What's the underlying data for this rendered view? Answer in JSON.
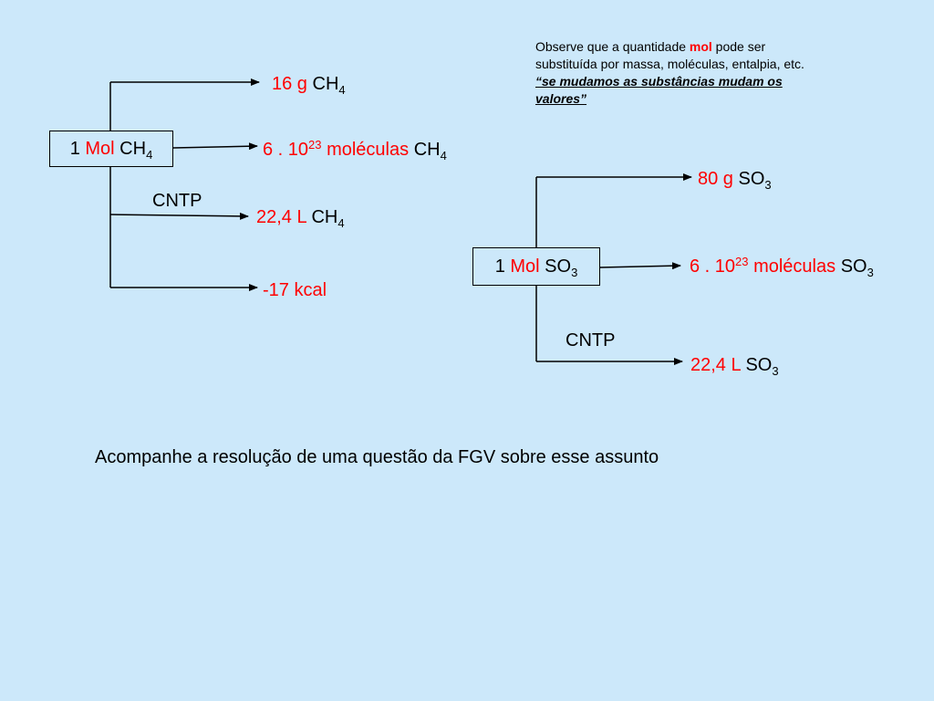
{
  "colors": {
    "background": "#cce8fa",
    "highlight": "#ff0000",
    "text": "#000000"
  },
  "note": {
    "line1_pre": "Observe que a quantidade ",
    "line1_keyword": "mol",
    "line1_post": " pode ser substituída por massa, moléculas, entalpia, etc. ",
    "emphasis": "“se mudamos as substâncias mudam os valores”"
  },
  "ch4": {
    "source": {
      "num": "1 ",
      "unit": "Mol",
      "formula": "CH",
      "sub": "4"
    },
    "mass": {
      "value": "16 g",
      "formula": "CH",
      "sub": "4"
    },
    "molecules": {
      "base": "6 . 10",
      "exp": "23",
      "word": " moléculas",
      "formula": "CH",
      "sub": "4"
    },
    "cntp_label": "CNTP",
    "volume": {
      "value": "22,4 L",
      "formula": "CH",
      "sub": "4"
    },
    "enthalpy": "-17 kcal"
  },
  "so3": {
    "source": {
      "num": "1 ",
      "unit": "Mol",
      "formula": "SO",
      "sub": "3"
    },
    "mass": {
      "value": "80 g",
      "formula": "SO",
      "sub": "3"
    },
    "molecules": {
      "base": "6 . 10",
      "exp": "23",
      "word": " moléculas",
      "formula": "SO",
      "sub": "3"
    },
    "cntp_label": "CNTP",
    "volume": {
      "value": "22,4 L",
      "formula": "SO",
      "sub": "3"
    }
  },
  "footer": "Acompanhe a resolução de uma questão da FGV sobre esse assunto"
}
